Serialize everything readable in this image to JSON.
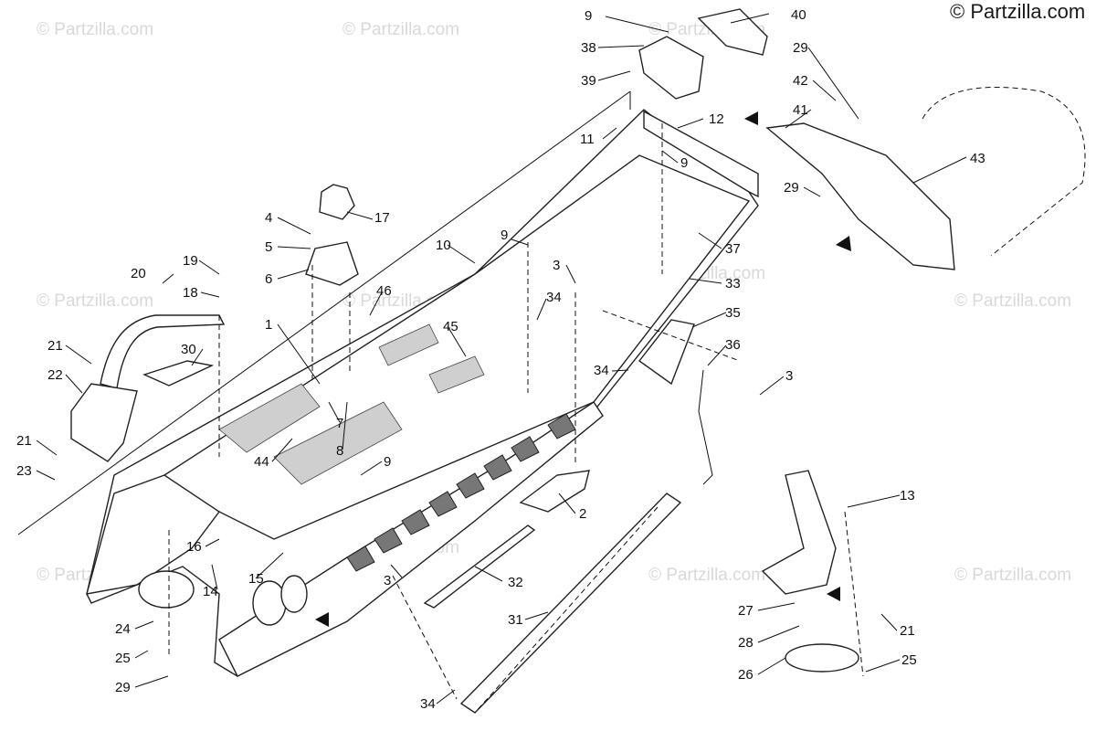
{
  "copyright": "© Partzilla.com",
  "watermark_text": "© Partzilla.com",
  "callouts": {
    "c1": "1",
    "c2": "2",
    "c3a": "3",
    "c3b": "3",
    "c3c": "3",
    "c4": "4",
    "c5": "5",
    "c6": "6",
    "c7": "7",
    "c8": "8",
    "c9a": "9",
    "c9b": "9",
    "c9c": "9",
    "c9d": "9",
    "c10": "10",
    "c11": "11",
    "c12": "12",
    "c13": "13",
    "c14": "14",
    "c15": "15",
    "c16": "16",
    "c17": "17",
    "c18": "18",
    "c19": "19",
    "c20": "20",
    "c21a": "21",
    "c21b": "21",
    "c21c": "21",
    "c22": "22",
    "c23": "23",
    "c24": "24",
    "c25a": "25",
    "c25b": "25",
    "c26": "26",
    "c27": "27",
    "c28": "28",
    "c29a": "29",
    "c29b": "29",
    "c29c": "29",
    "c30": "30",
    "c31": "31",
    "c32": "32",
    "c33": "33",
    "c34a": "34",
    "c34b": "34",
    "c34c": "34",
    "c35": "35",
    "c36": "36",
    "c37": "37",
    "c38": "38",
    "c39": "39",
    "c40": "40",
    "c41": "41",
    "c42": "42",
    "c43": "43",
    "c44": "44",
    "c45": "45",
    "c46": "46"
  }
}
